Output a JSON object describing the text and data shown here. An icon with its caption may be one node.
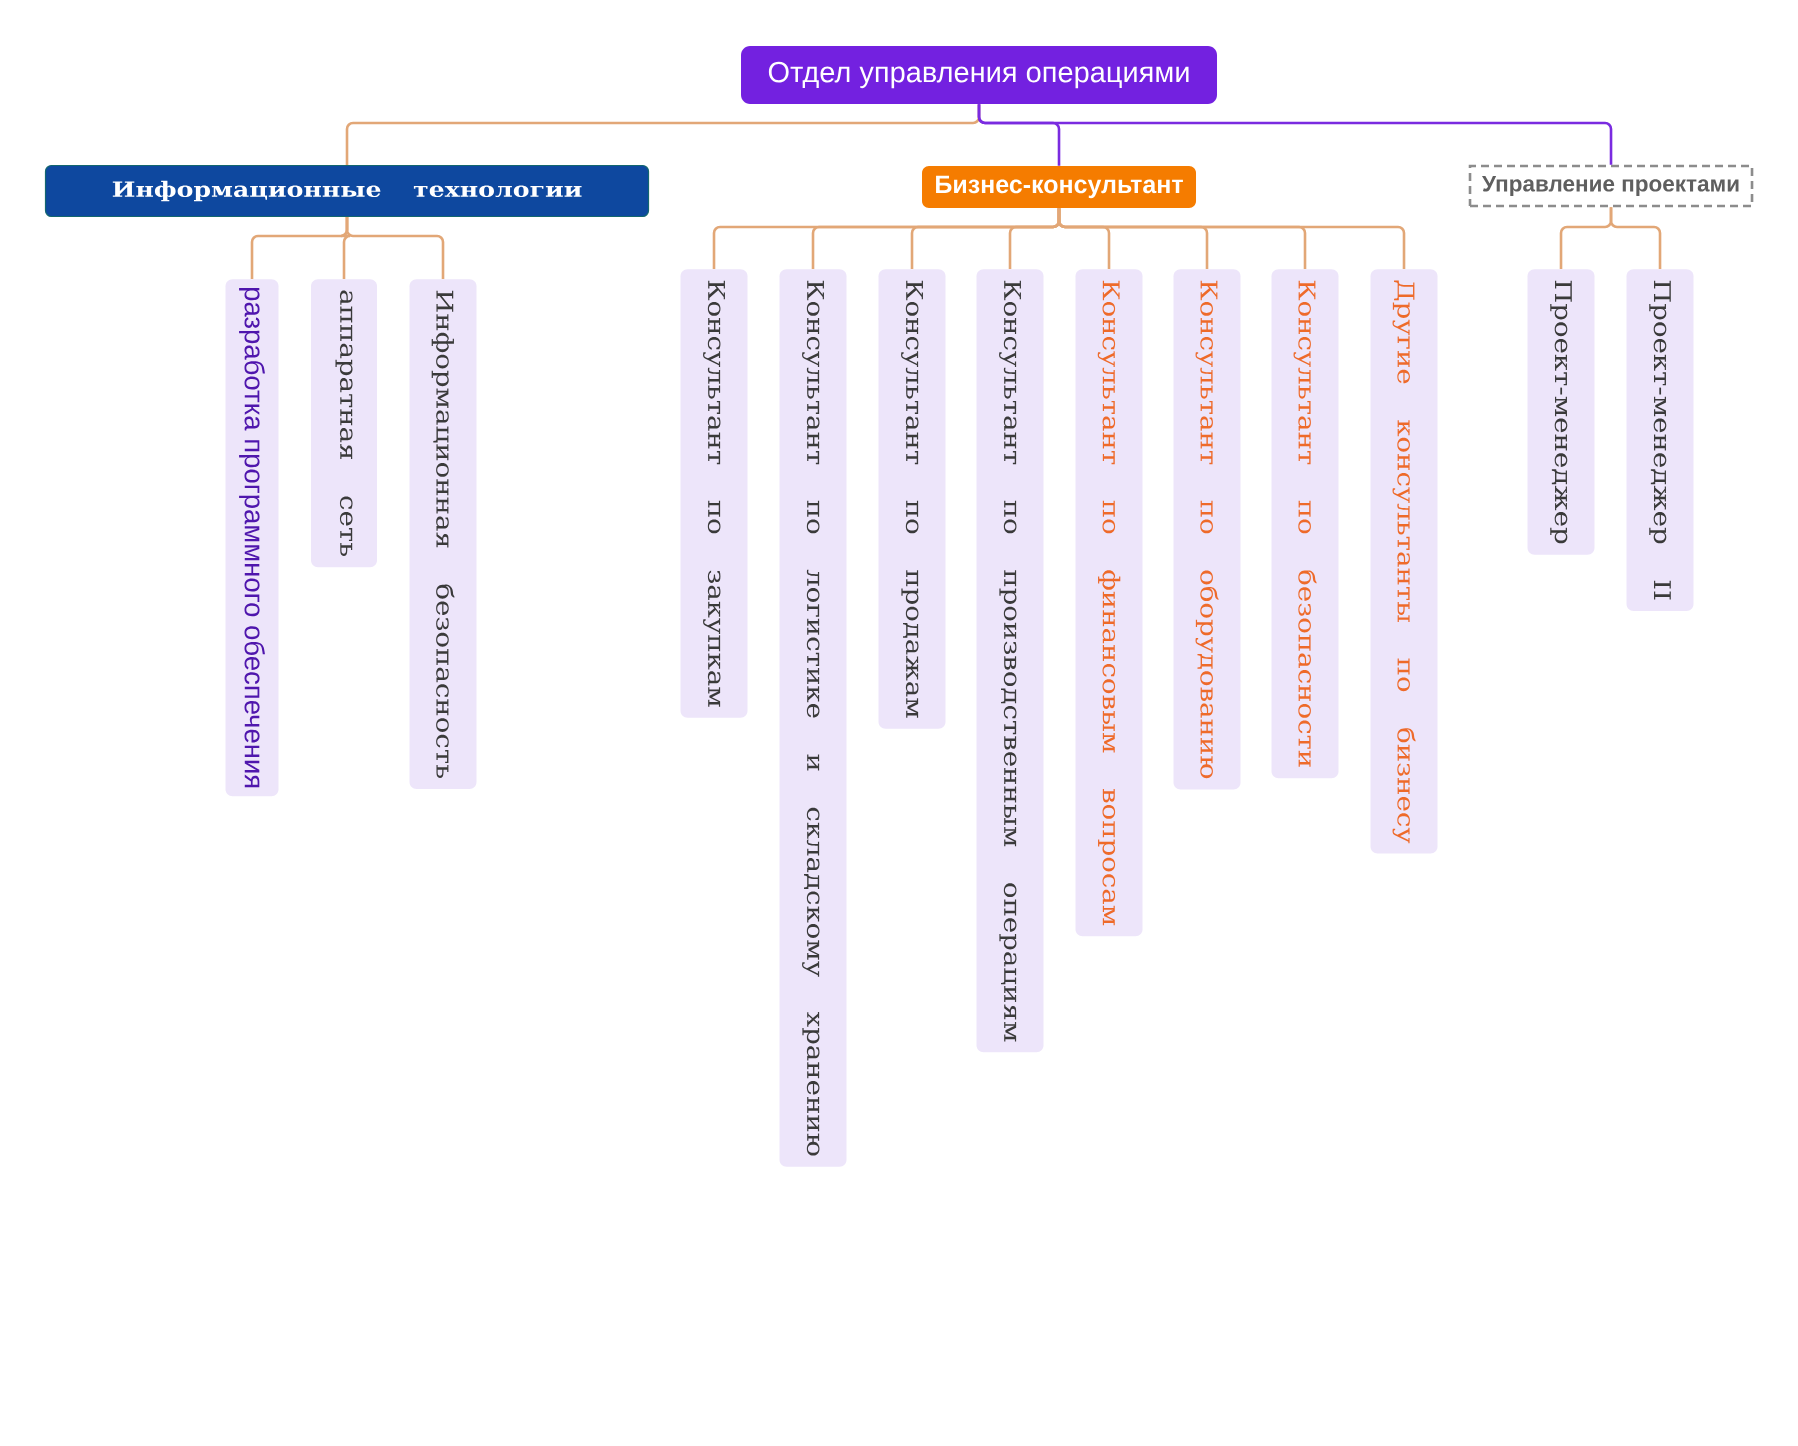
{
  "diagram": {
    "nodes": [
      {
        "text": [
          "Отдел управления операциями"
        ]
      },
      {
        "text": [
          "Информационные технологии"
        ]
      },
      {
        "text": [
          "Бизнес-консультант"
        ]
      },
      {
        "text": [
          "Управление проектами"
        ]
      },
      {
        "text": [
          "разработка программного обеспечения"
        ]
      },
      {
        "text": [
          "аппаратная сеть"
        ]
      },
      {
        "text": [
          "Информационная безопасность"
        ]
      },
      {
        "text": [
          "Консультант по закупкам"
        ]
      },
      {
        "text": [
          "Консультант по логистике и складскому хранению"
        ]
      },
      {
        "text": [
          "Консультант по продажам"
        ]
      },
      {
        "text": [
          "Консультант по производственным операциям"
        ]
      },
      {
        "text": [
          "Консультант по финансовым вопросам"
        ]
      },
      {
        "text": [
          "Консультант по оборудованию"
        ]
      },
      {
        "text": [
          "Консультант по безопасности"
        ]
      },
      {
        "text": [
          "Другие консультанты по бизнесу"
        ]
      },
      {
        "text": [
          "Проект-менеджер"
        ]
      },
      {
        "text": [
          "Проект-менеджер II"
        ]
      }
    ],
    "edges": [
      {
        "from": 0,
        "to": 1,
        "arrow": "none"
      },
      {
        "from": 0,
        "to": 2,
        "arrow": "none",
        "color": "#7a2be0"
      },
      {
        "from": 0,
        "to": 3,
        "arrow": "none",
        "color": "#7a2be0"
      },
      {
        "from": 1,
        "to": 4,
        "arrow": "none"
      },
      {
        "from": 1,
        "to": 5,
        "arrow": "none"
      },
      {
        "from": 1,
        "to": 6,
        "arrow": "none"
      },
      {
        "from": 2,
        "to": 7,
        "arrow": "none"
      },
      {
        "from": 2,
        "to": 8,
        "arrow": "none"
      },
      {
        "from": 2,
        "to": 9,
        "arrow": "none"
      },
      {
        "from": 2,
        "to": 10,
        "arrow": "none"
      },
      {
        "from": 2,
        "to": 11,
        "arrow": "none"
      },
      {
        "from": 2,
        "to": 12,
        "arrow": "none"
      },
      {
        "from": 2,
        "to": 13,
        "arrow": "none"
      },
      {
        "from": 2,
        "to": 14,
        "arrow": "none"
      },
      {
        "from": 3,
        "to": 15,
        "arrow": "none"
      },
      {
        "from": 3,
        "to": 16,
        "arrow": "none"
      }
    ]
  }
}
